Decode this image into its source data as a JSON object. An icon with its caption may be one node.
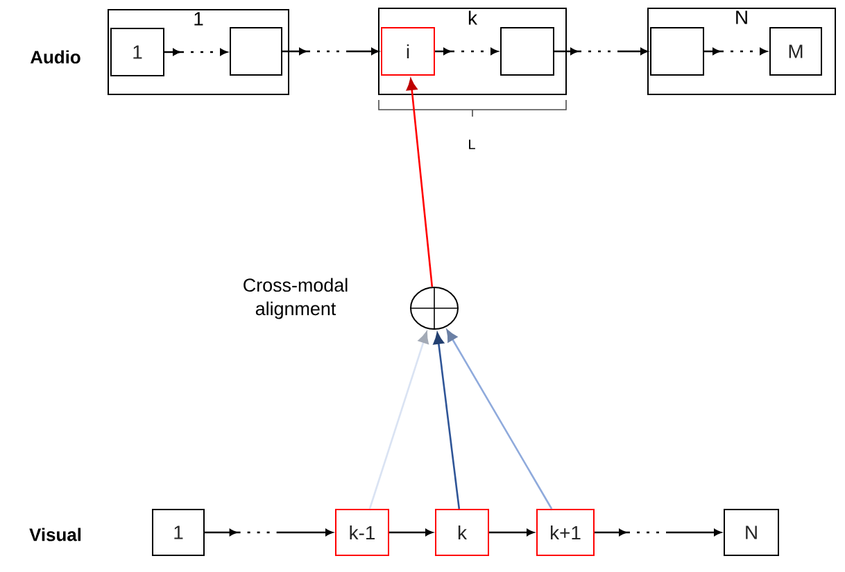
{
  "diagram": {
    "nodes": [
      {
        "text": [
          "1"
        ]
      },
      {
        "text": [
          "1"
        ],
        "in": 0
      },
      {
        "text": [],
        "shape": "box",
        "in": 0
      },
      {
        "text": [
          "k"
        ]
      },
      {
        "text": [
          "i"
        ],
        "in": 3
      },
      {
        "text": [],
        "shape": "box",
        "in": 3
      },
      {
        "text": [
          "N"
        ]
      },
      {
        "text": [],
        "shape": "box",
        "in": 6
      },
      {
        "text": [
          "M"
        ],
        "in": 6
      },
      {
        "text": [],
        "shape": "circle",
        "beside": [
          "Cross-modal alignment"
        ]
      },
      {
        "text": [
          "1"
        ]
      },
      {
        "text": [
          "k-1"
        ]
      },
      {
        "text": [
          "k"
        ]
      },
      {
        "text": [
          "k+1"
        ]
      },
      {
        "text": [
          "N"
        ]
      }
    ],
    "edges": [
      {
        "from": 1,
        "to": 2,
        "arrow": "to",
        "style": "dashed"
      },
      {
        "from": 2,
        "to": 4,
        "arrow": "to",
        "style": "dashed"
      },
      {
        "from": 4,
        "to": 5,
        "arrow": "to",
        "style": "dashed"
      },
      {
        "from": 5,
        "to": 7,
        "arrow": "to",
        "style": "dashed"
      },
      {
        "from": 7,
        "to": 8,
        "arrow": "to",
        "style": "dashed"
      },
      {
        "from": 9,
        "to": 4,
        "arrow": "to",
        "color": "#ff0000"
      },
      {
        "from": 11,
        "to": 9,
        "arrow": "to",
        "color": "#dae3f3"
      },
      {
        "from": 12,
        "to": 9,
        "arrow": "to",
        "color": "#2f5597"
      },
      {
        "from": 13,
        "to": 9,
        "arrow": "to",
        "color": "#8faadc"
      },
      {
        "from": 10,
        "to": 11,
        "arrow": "to",
        "style": "dashed"
      },
      {
        "from": 11,
        "to": 12,
        "arrow": "to"
      },
      {
        "from": 12,
        "to": 13,
        "arrow": "to"
      },
      {
        "from": 13,
        "to": 14,
        "arrow": "to",
        "style": "dashed"
      }
    ],
    "labels": [
      "Audio",
      "L",
      "Visual"
    ]
  }
}
